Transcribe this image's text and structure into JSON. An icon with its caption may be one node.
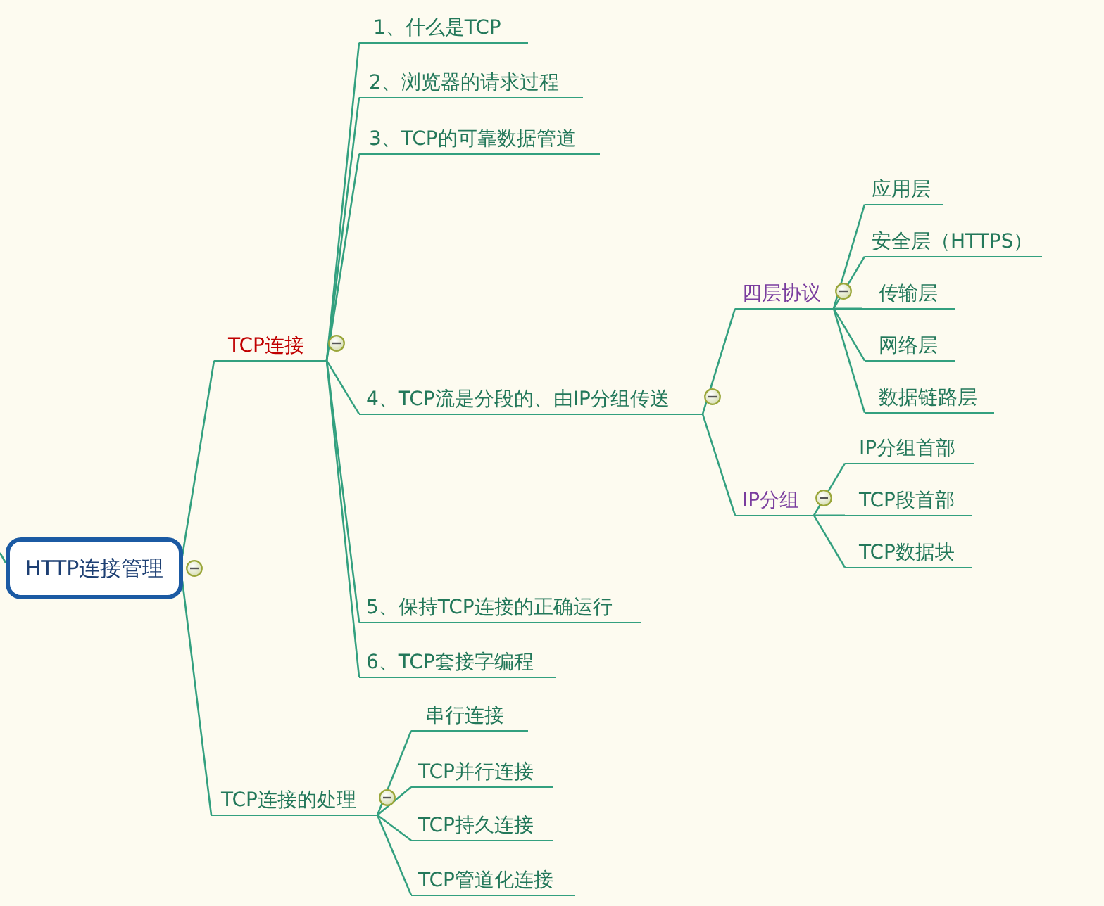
{
  "diagram": {
    "nodes": [
      {
        "text": [
          "HTTP连接管理"
        ]
      },
      {
        "text": [
          "TCP连接"
        ]
      },
      {
        "text": [
          "1、什么是TCP"
        ]
      },
      {
        "text": [
          "2、浏览器的请求过程"
        ]
      },
      {
        "text": [
          "3、TCP的可靠数据管道"
        ]
      },
      {
        "text": [
          "4、TCP流是分段的、由IP分组传送"
        ]
      },
      {
        "text": [
          "四层协议"
        ]
      },
      {
        "text": [
          "应用层"
        ]
      },
      {
        "text": [
          "安全层（HTTPS）"
        ]
      },
      {
        "text": [
          "传输层"
        ]
      },
      {
        "text": [
          "网络层"
        ]
      },
      {
        "text": [
          "数据链路层"
        ]
      },
      {
        "text": [
          "IP分组"
        ]
      },
      {
        "text": [
          "IP分组首部"
        ]
      },
      {
        "text": [
          "TCP段首部"
        ]
      },
      {
        "text": [
          "TCP数据块"
        ]
      },
      {
        "text": [
          "5、保持TCP连接的正确运行"
        ]
      },
      {
        "text": [
          "6、TCP套接字编程"
        ]
      },
      {
        "text": [
          "TCP连接的处理"
        ]
      },
      {
        "text": [
          "串行连接"
        ]
      },
      {
        "text": [
          "TCP并行连接"
        ]
      },
      {
        "text": [
          "TCP持久连接"
        ]
      },
      {
        "text": [
          "TCP管道化连接"
        ]
      }
    ],
    "edges": [
      {
        "from": null,
        "to": 0,
        "arrow": "none"
      },
      {
        "from": 0,
        "to": 1,
        "arrow": "none"
      },
      {
        "from": 1,
        "to": 2,
        "arrow": "none"
      },
      {
        "from": 1,
        "to": 3,
        "arrow": "none"
      },
      {
        "from": 1,
        "to": 4,
        "arrow": "none"
      },
      {
        "from": 1,
        "to": 5,
        "arrow": "none"
      },
      {
        "from": 5,
        "to": 6,
        "arrow": "none"
      },
      {
        "from": 6,
        "to": 7,
        "arrow": "none"
      },
      {
        "from": 6,
        "to": 8,
        "arrow": "none"
      },
      {
        "from": 6,
        "to": 9,
        "arrow": "none"
      },
      {
        "from": 6,
        "to": 10,
        "arrow": "none"
      },
      {
        "from": 6,
        "to": 11,
        "arrow": "none"
      },
      {
        "from": 5,
        "to": 12,
        "arrow": "none"
      },
      {
        "from": 12,
        "to": 13,
        "arrow": "none"
      },
      {
        "from": 12,
        "to": 14,
        "arrow": "none"
      },
      {
        "from": 12,
        "to": 15,
        "arrow": "none"
      },
      {
        "from": 1,
        "to": 16,
        "arrow": "none"
      },
      {
        "from": 1,
        "to": 17,
        "arrow": "none"
      },
      {
        "from": 0,
        "to": 18,
        "arrow": "none"
      },
      {
        "from": 18,
        "to": 19,
        "arrow": "none"
      },
      {
        "from": 18,
        "to": 20,
        "arrow": "none"
      },
      {
        "from": 18,
        "to": 21,
        "arrow": "none"
      },
      {
        "from": 18,
        "to": 22,
        "arrow": "none"
      }
    ]
  }
}
